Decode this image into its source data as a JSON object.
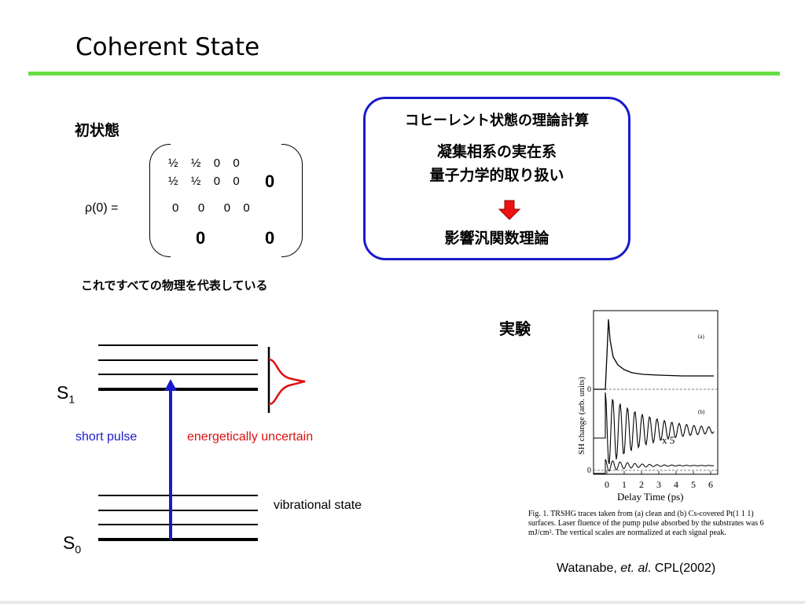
{
  "slide": {
    "title": "Coherent State"
  },
  "initial_state": {
    "label": "初状態",
    "rho": "ρ(0) =",
    "rows": [
      "½  ½  0  0",
      "½  ½  0  0",
      "0   0   0  0"
    ],
    "zero_block_tr": "0",
    "zero_block_bl": "0",
    "zero_block_br": "0"
  },
  "caption": "これですべての物理を代表している",
  "theory_box": {
    "title": "コヒーレント状態の理論計算",
    "line1": "凝集相系の実在系",
    "line2": "量子力学的取り扱い",
    "line3": "影響汎関数理論",
    "arrow_color": "#ee1111"
  },
  "diagram": {
    "s1_label": "S",
    "s1_sub": "1",
    "s0_label": "S",
    "s0_sub": "0",
    "short_pulse": "short pulse",
    "energetically_uncertain": "energetically uncertain",
    "vibrational_state": "vibrational state",
    "colors": {
      "pulse": "#1a1acc",
      "uncertain": "#dd1111"
    }
  },
  "experiment": {
    "label": "実験",
    "ylabel": "SH change (arb. units)",
    "xlabel": "Delay Time (ps)",
    "xticks": [
      "0",
      "1",
      "2",
      "3",
      "4",
      "5",
      "6"
    ],
    "panel_a": "(a)",
    "panel_b": "(b)",
    "zero_a": "0",
    "zero_b": "0",
    "x5": "x 5",
    "figure_caption": "Fig. 1. TRSHG traces taken from (a) clean and (b) Cs-covered Pt(1 1 1) surfaces. Laser fluence of the pump pulse absorbed by the substrates was 6 mJ/cm². The vertical scales are normalized at each signal peak.",
    "credit_prefix": "Watanabe, ",
    "credit_etal": "et. al",
    "credit_suffix": ". CPL(2002)"
  }
}
